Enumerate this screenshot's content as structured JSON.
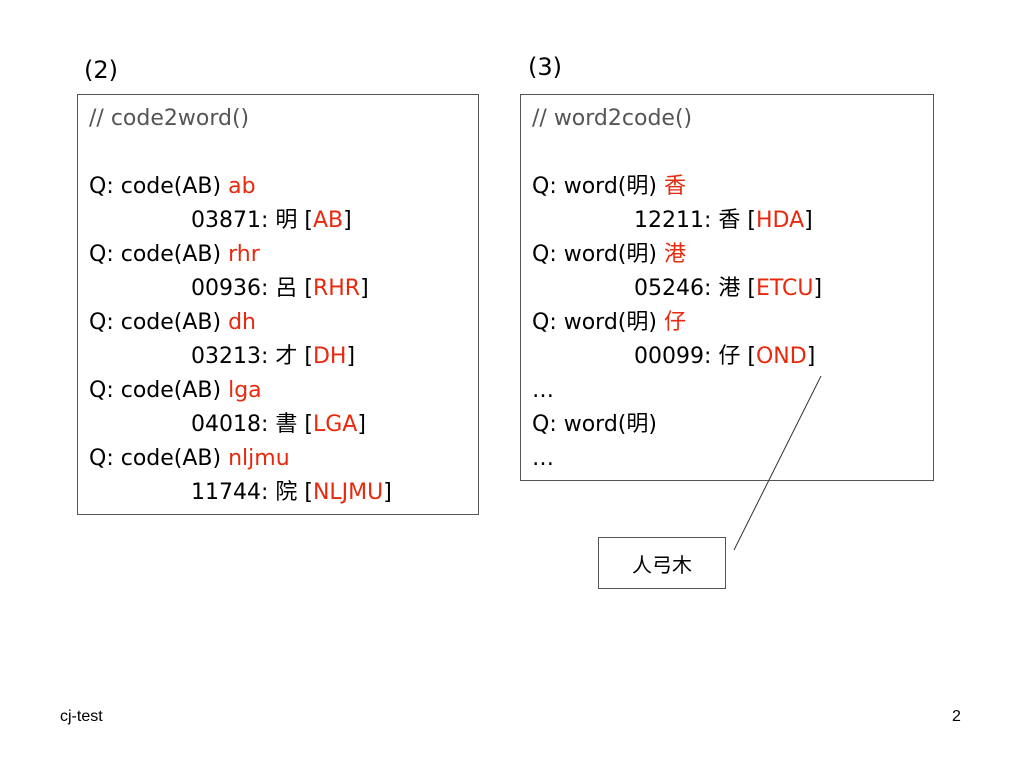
{
  "slide": {
    "footer_left": "cj-test",
    "page_number": "2"
  },
  "left_panel": {
    "heading": "(2)",
    "comment": "// code2word()",
    "entries": [
      {
        "query": "Q: code(AB) ",
        "answer": "ab",
        "result_prefix": "03871: 明 [",
        "result_code": "AB",
        "result_suffix": "]"
      },
      {
        "query": "Q: code(AB) ",
        "answer": "rhr",
        "result_prefix": "00936: 呂 [",
        "result_code": "RHR",
        "result_suffix": "]"
      },
      {
        "query": "Q: code(AB) ",
        "answer": "dh",
        "result_prefix": "03213: 才 [",
        "result_code": "DH",
        "result_suffix": "]"
      },
      {
        "query": "Q: code(AB) ",
        "answer": "lga",
        "result_prefix": "04018: 書 [",
        "result_code": "LGA",
        "result_suffix": "]"
      },
      {
        "query": "Q: code(AB) ",
        "answer": "nljmu",
        "result_prefix": "11744: 院 [",
        "result_code": "NLJMU",
        "result_suffix": "]"
      }
    ]
  },
  "right_panel": {
    "heading": "(3)",
    "comment": "// word2code()",
    "entries": [
      {
        "query": "Q: word(明) ",
        "answer": "香",
        "result_prefix": "12211: 香 [",
        "result_code": "HDA",
        "result_suffix": "]"
      },
      {
        "query": "Q: word(明) ",
        "answer": "港",
        "result_prefix": "05246: 港 [",
        "result_code": "ETCU",
        "result_suffix": "]"
      },
      {
        "query": "Q: word(明) ",
        "answer": "仔",
        "result_prefix": "00099: 仔 [",
        "result_code": "OND",
        "result_suffix": "]"
      }
    ],
    "ellipsis_1": "…",
    "last_query": "Q: word(明)",
    "ellipsis_2": "…"
  },
  "callout": {
    "text": "人弓木"
  },
  "colors": {
    "highlight": "#e8290e",
    "comment": "#555555",
    "border": "#555555"
  }
}
